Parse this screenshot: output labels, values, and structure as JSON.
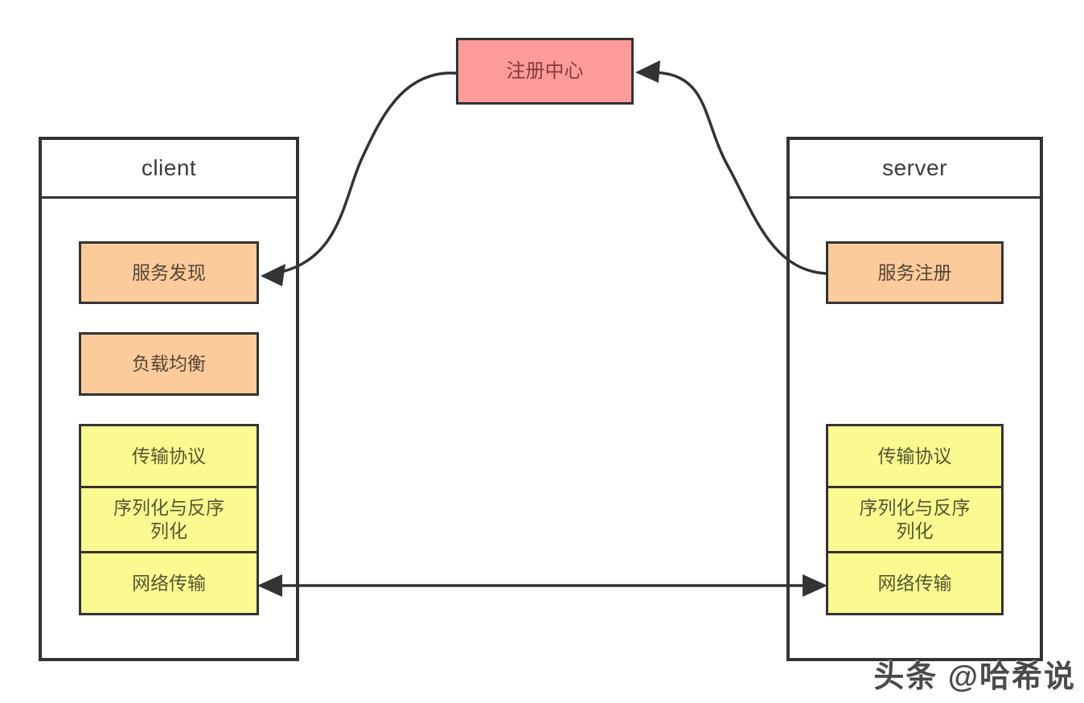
{
  "registry": {
    "label": "注册中心"
  },
  "client": {
    "title": "client",
    "service_discovery": "服务发现",
    "load_balance": "负载均衡",
    "stack": {
      "transport": "传输协议",
      "serialization": "序列化与反序列化",
      "network": "网络传输"
    }
  },
  "server": {
    "title": "server",
    "service_register": "服务注册",
    "stack": {
      "transport": "传输协议",
      "serialization": "序列化与反序列化",
      "network": "网络传输"
    }
  },
  "watermark": "头条 @哈希说",
  "colors": {
    "registry_fill": "#FD9B9B",
    "module_fill": "#FBCB9B",
    "layer_fill": "#FAFA91",
    "stroke": "#333333",
    "title_text": "#3C3C3C"
  }
}
